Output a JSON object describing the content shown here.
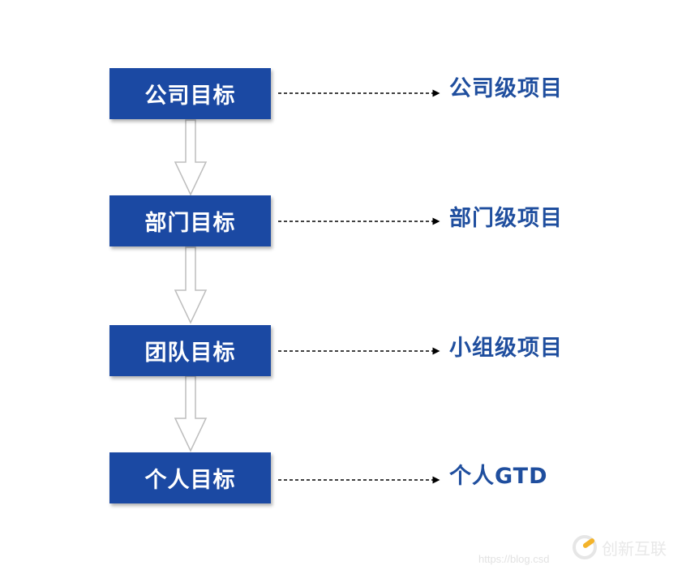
{
  "goals": [
    {
      "label": "公司目标",
      "project": "公司级项目"
    },
    {
      "label": "部门目标",
      "project": "部门级项目"
    },
    {
      "label": "团队目标",
      "project": "小组级项目"
    },
    {
      "label": "个人目标",
      "project": "个人GTD"
    }
  ],
  "watermark": {
    "url": "https://blog.csd",
    "brand": "创新互联"
  },
  "colors": {
    "box": "#1b49a3",
    "project_text": "#1f4e9e"
  }
}
